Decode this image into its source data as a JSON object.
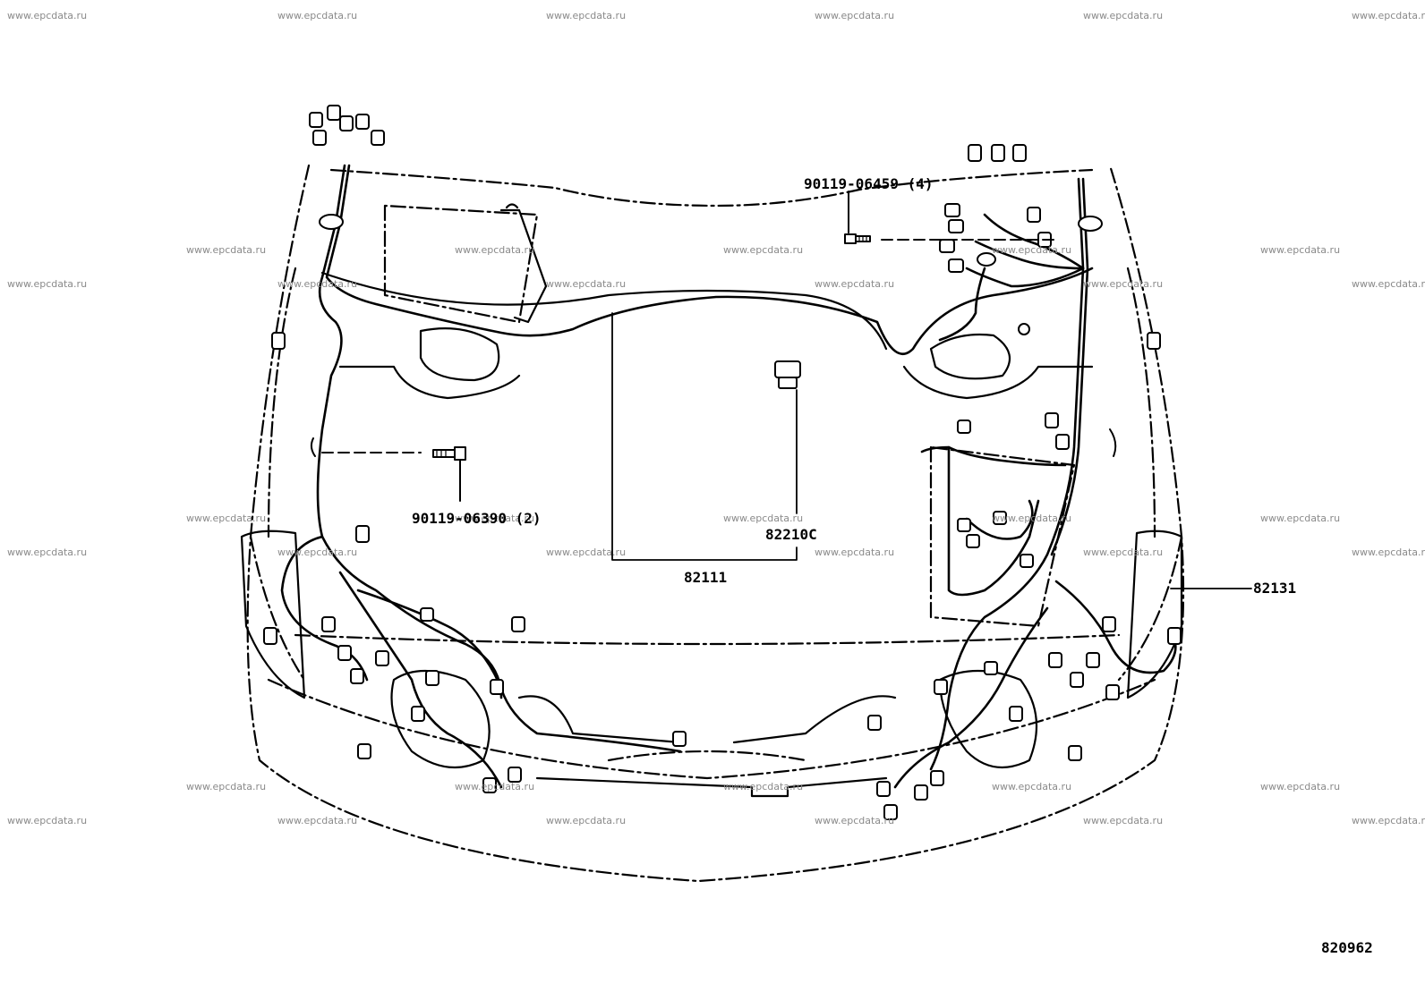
{
  "watermark": "www.epcdata.ru",
  "callouts": {
    "bolt_upper": "90119-06459 (4)",
    "bolt_lower": "90119-06390 (2)",
    "connector": "82210C",
    "wire_harness": "82111",
    "right_harness": "82131"
  },
  "figure_number": "820962",
  "colors": {
    "line": "#000000",
    "watermark": "#8a8a8a",
    "background": "#ffffff"
  }
}
